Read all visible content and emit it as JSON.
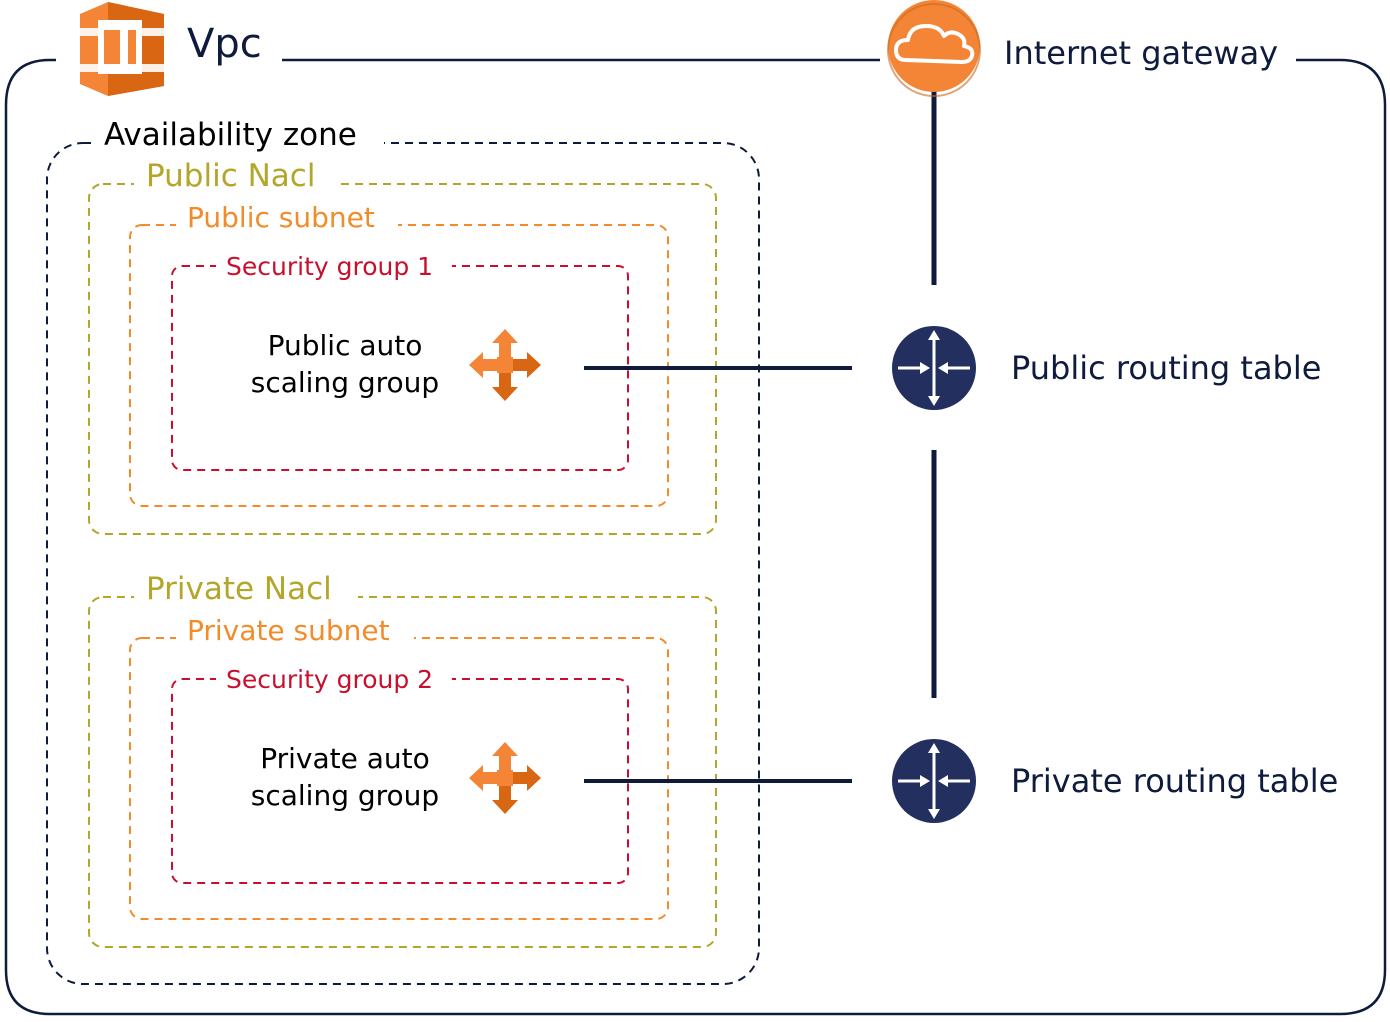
{
  "vpc": {
    "label": "Vpc"
  },
  "internet_gateway": {
    "label": "Internet gateway"
  },
  "availability_zone": {
    "label": "Availability zone"
  },
  "public": {
    "nacl_label": "Public Nacl",
    "subnet_label": "Public subnet",
    "security_group_label": "Security group 1",
    "asg_line1": "Public auto",
    "asg_line2": "scaling group",
    "routing_table_label": "Public routing table"
  },
  "private": {
    "nacl_label": "Private Nacl",
    "subnet_label": "Private subnet",
    "security_group_label": "Security group 2",
    "asg_line1": "Private auto",
    "asg_line2": "scaling group",
    "routing_table_label": "Private routing table"
  },
  "colors": {
    "navy": "#0e1b3d",
    "router": "#232f5e",
    "aws_orange": "#f58536",
    "nacl": "#b3a62b",
    "subnet": "#f28c2b",
    "security_group": "#c8102e"
  },
  "icons": {
    "vpc": "vpc-icon",
    "internet_gateway": "cloud-icon",
    "auto_scaling": "auto-scaling-icon",
    "router": "router-icon"
  }
}
